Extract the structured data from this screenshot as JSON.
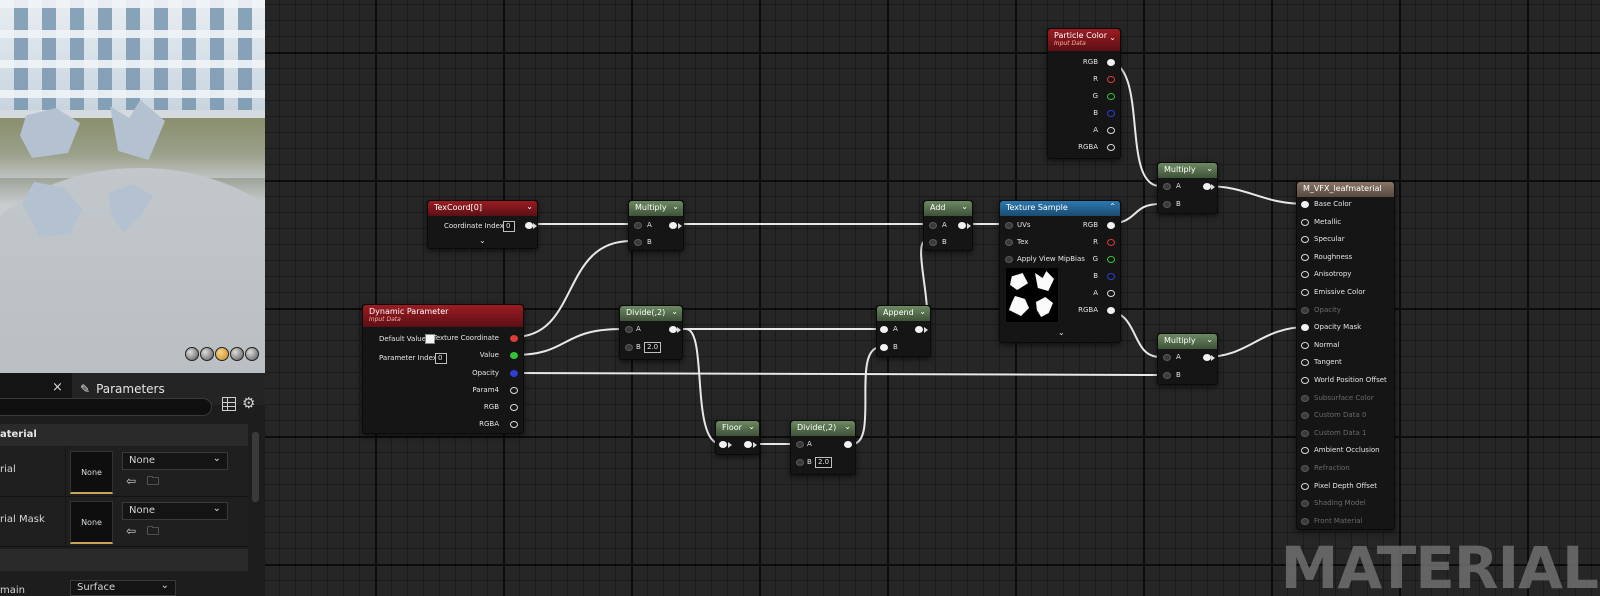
{
  "viewport": {
    "toolbar_icons": [
      "sphere-preview-icon",
      "cube-preview-icon",
      "plane-preview-icon",
      "cylinder-preview-icon",
      "teapot-preview-icon"
    ]
  },
  "parameters_panel": {
    "tab_close": "×",
    "tab_label": "Parameters",
    "section_title": "aterial",
    "rows": [
      {
        "label": "rial",
        "thumb_text": "None",
        "combo_value": "None"
      },
      {
        "label": "rial Mask",
        "thumb_text": "None",
        "combo_value": "None"
      }
    ],
    "domain_label": "main",
    "domain_value": "Surface"
  },
  "nodes": {
    "texcoord": {
      "title": "TexCoord[0]",
      "pin_label": "Coordinate Index",
      "pin_value": "0"
    },
    "multiply1": {
      "title": "Multiply",
      "pin_a": "A",
      "pin_b": "B"
    },
    "dynamic_param": {
      "title": "Dynamic Parameter",
      "subtitle": "Input Data",
      "default_value_label": "Default Value",
      "param_index_label": "Parameter Index",
      "param_index_value": "0",
      "outputs": [
        "Texture Coordinate",
        "Value",
        "Opacity",
        "Param4",
        "RGB",
        "RGBA"
      ]
    },
    "divide1": {
      "title": "Divide(,2)",
      "pin_a": "A",
      "pin_b": "B",
      "pin_b_value": "2.0"
    },
    "floor": {
      "title": "Floor"
    },
    "divide2": {
      "title": "Divide(,2)",
      "pin_a": "A",
      "pin_b": "B",
      "pin_b_value": "2.0"
    },
    "append": {
      "title": "Append",
      "pin_a": "A",
      "pin_b": "B"
    },
    "add": {
      "title": "Add",
      "pin_a": "A",
      "pin_b": "B"
    },
    "texture_sample": {
      "title": "Texture Sample",
      "inputs": [
        "UVs",
        "Tex",
        "Apply View MipBias"
      ],
      "outputs": [
        "RGB",
        "R",
        "G",
        "B",
        "A",
        "RGBA"
      ]
    },
    "particle_color": {
      "title": "Particle Color",
      "subtitle": "Input Data",
      "outputs": [
        "RGB",
        "R",
        "G",
        "B",
        "A",
        "RGBA"
      ]
    },
    "multiply2": {
      "title": "Multiply",
      "pin_a": "A",
      "pin_b": "B"
    },
    "multiply3": {
      "title": "Multiply",
      "pin_a": "A",
      "pin_b": "B"
    },
    "material": {
      "title": "M_VFX_leafmaterial",
      "inputs": [
        {
          "label": "Base Color",
          "enabled": true,
          "connected": true
        },
        {
          "label": "Metallic",
          "enabled": true,
          "connected": false
        },
        {
          "label": "Specular",
          "enabled": true,
          "connected": false
        },
        {
          "label": "Roughness",
          "enabled": true,
          "connected": false
        },
        {
          "label": "Anisotropy",
          "enabled": true,
          "connected": false
        },
        {
          "label": "Emissive Color",
          "enabled": true,
          "connected": false
        },
        {
          "label": "Opacity",
          "enabled": false,
          "connected": false
        },
        {
          "label": "Opacity Mask",
          "enabled": true,
          "connected": true
        },
        {
          "label": "Normal",
          "enabled": true,
          "connected": false
        },
        {
          "label": "Tangent",
          "enabled": true,
          "connected": false
        },
        {
          "label": "World Position Offset",
          "enabled": true,
          "connected": false
        },
        {
          "label": "Subsurface Color",
          "enabled": false,
          "connected": false
        },
        {
          "label": "Custom Data 0",
          "enabled": false,
          "connected": false
        },
        {
          "label": "Custom Data 1",
          "enabled": false,
          "connected": false
        },
        {
          "label": "Ambient Occlusion",
          "enabled": true,
          "connected": false
        },
        {
          "label": "Refraction",
          "enabled": false,
          "connected": false
        },
        {
          "label": "Pixel Depth Offset",
          "enabled": true,
          "connected": false
        },
        {
          "label": "Shading Model",
          "enabled": false,
          "connected": false
        },
        {
          "label": "Front Material",
          "enabled": false,
          "connected": false
        }
      ]
    }
  },
  "watermark": "MATERIAL",
  "colors": {
    "graph_bg": "#262626",
    "node_red": "#9c1c22",
    "node_green": "#6d8a62",
    "node_blue": "#2c79b0",
    "node_material": "#8a7466",
    "wire": "#e8e8e8"
  }
}
